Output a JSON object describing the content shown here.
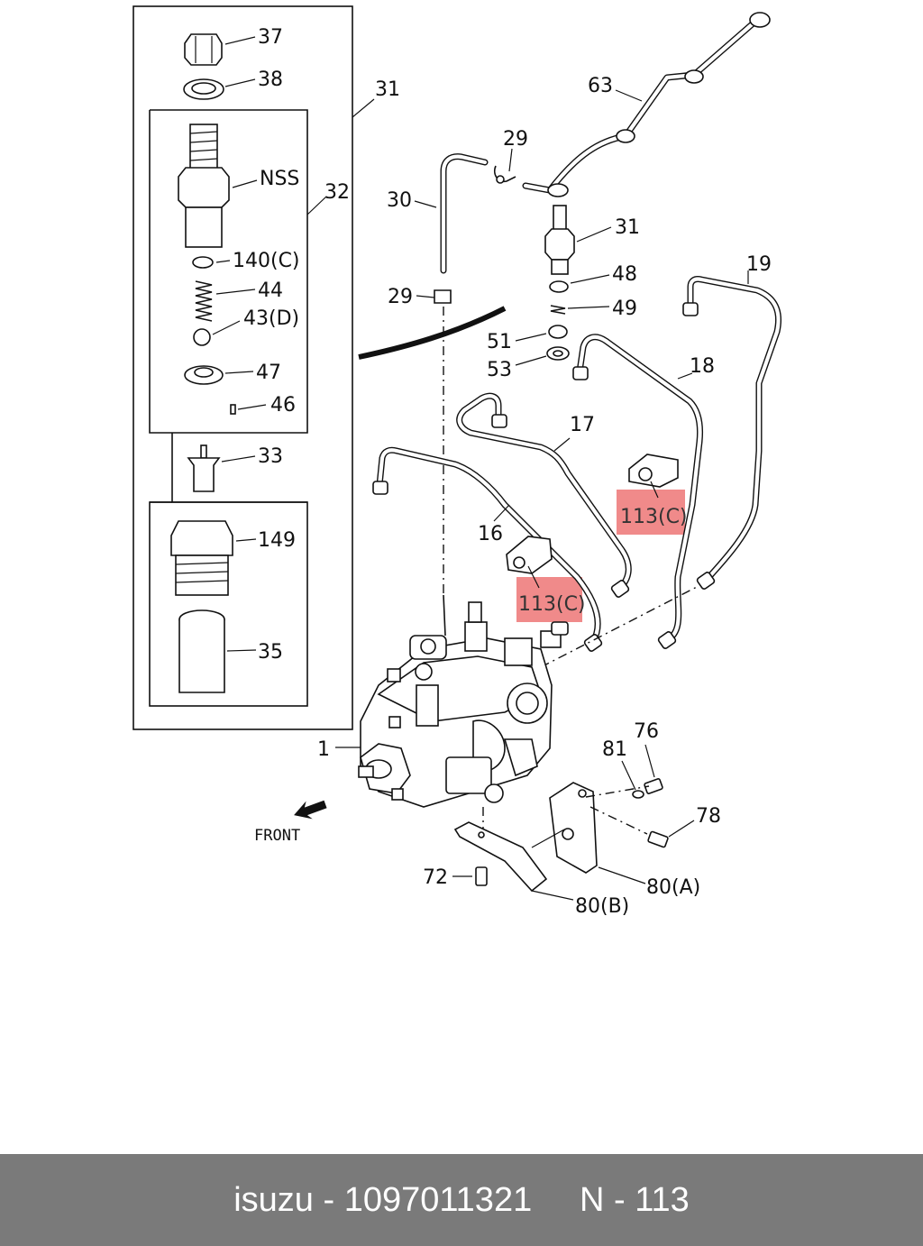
{
  "callouts": {
    "c37": "37",
    "c38": "38",
    "c31a": "31",
    "c32": "32",
    "cNSS": "NSS",
    "c140": "140(C)",
    "c44": "44",
    "c43": "43(D)",
    "c47": "47",
    "c46": "46",
    "c33": "33",
    "c149": "149",
    "c35": "35",
    "c1": "1",
    "c63": "63",
    "c29a": "29",
    "c30": "30",
    "c31b": "31",
    "c48": "48",
    "c29b": "29",
    "c49": "49",
    "c51": "51",
    "c53": "53",
    "c19": "19",
    "c18": "18",
    "c17": "17",
    "c16": "16",
    "c113a": "113(C)",
    "c113b": "113(C)",
    "c81": "81",
    "c76": "76",
    "c78": "78",
    "c72": "72",
    "c80a": "80(A)",
    "c80b": "80(B)",
    "front": "FRONT"
  },
  "highlight_color": "#f08a8a",
  "footer": {
    "brand": "isuzu",
    "sep1": " - ",
    "part_number": "1097011321",
    "gap": "     ",
    "ref": "N - 113"
  }
}
